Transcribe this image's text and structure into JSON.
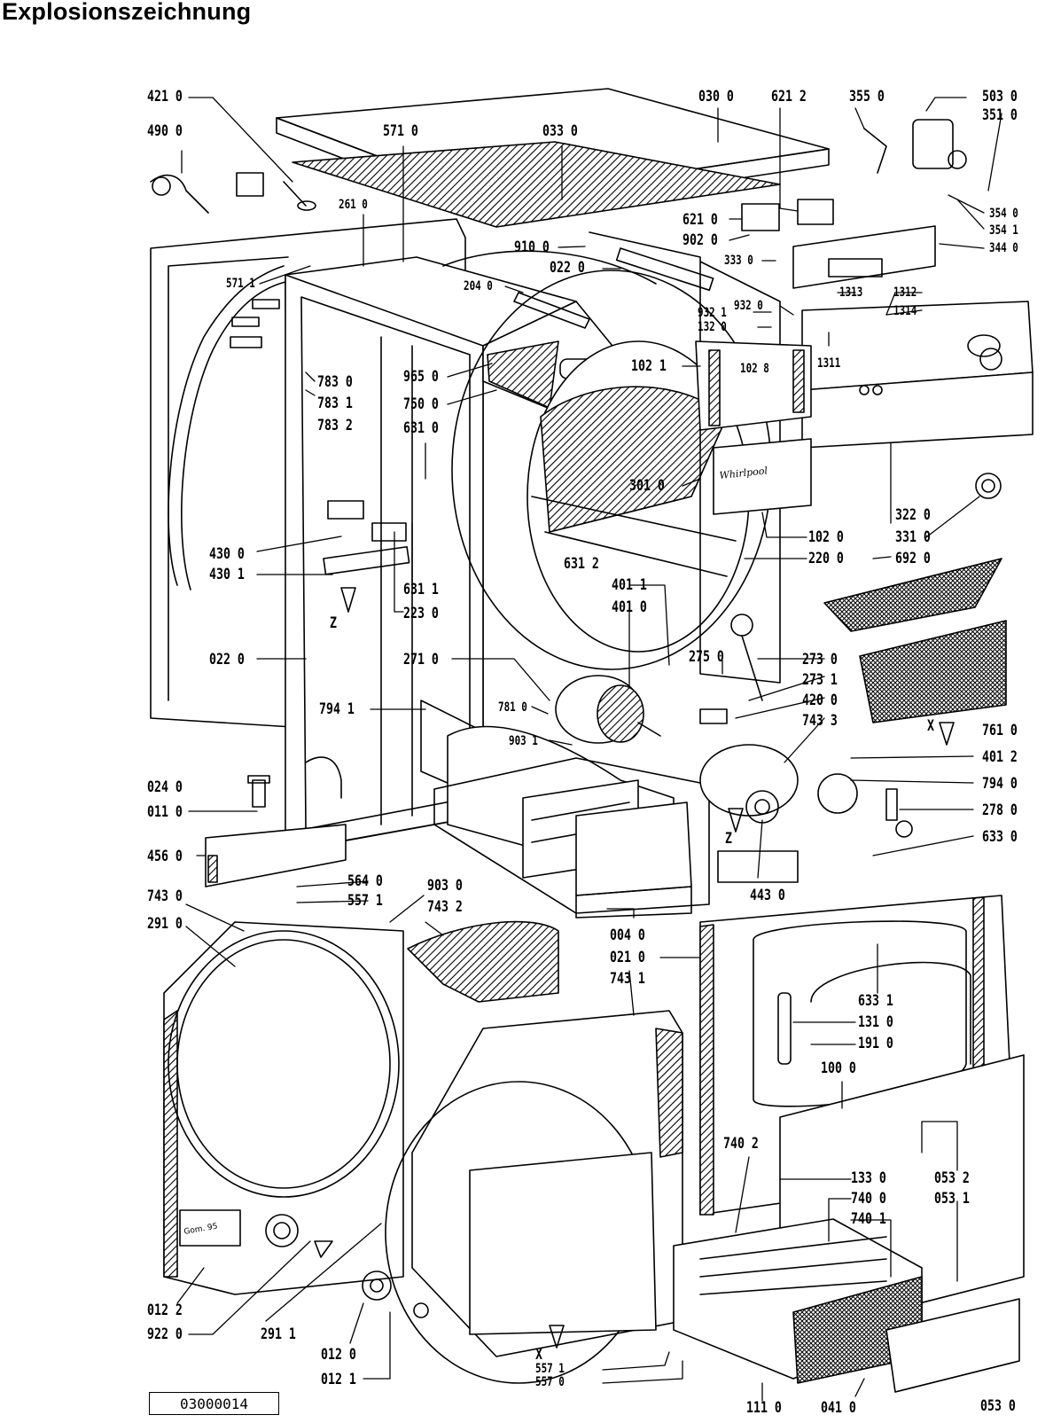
{
  "title": "Explosionszeichnung",
  "document_number": "03000014",
  "logo_text": "Whirlpool",
  "plate_text": "Gom. 95",
  "label_style": "hatched = gasket / insulation",
  "callouts": [
    {
      "id": "p421_0",
      "text": "421 0"
    },
    {
      "id": "p490_0",
      "text": "490 0"
    },
    {
      "id": "p030_0",
      "text": "030 0"
    },
    {
      "id": "p621_2",
      "text": "621 2"
    },
    {
      "id": "p355_0",
      "text": "355 0"
    },
    {
      "id": "p503_0",
      "text": "503 0"
    },
    {
      "id": "p351_0",
      "text": "351 0"
    },
    {
      "id": "p571_0",
      "text": "571 0"
    },
    {
      "id": "p033_0",
      "text": "033 0"
    },
    {
      "id": "p261_0",
      "text": "261 0"
    },
    {
      "id": "p354_0",
      "text": "354 0"
    },
    {
      "id": "p354_1",
      "text": "354 1"
    },
    {
      "id": "p344_0",
      "text": "344 0"
    },
    {
      "id": "p621_0",
      "text": "621 0"
    },
    {
      "id": "p902_0",
      "text": "902 0"
    },
    {
      "id": "p910_0",
      "text": "910 0"
    },
    {
      "id": "p022_0a",
      "text": "022 0"
    },
    {
      "id": "p333_0",
      "text": "333 0"
    },
    {
      "id": "p571_1",
      "text": "571 1"
    },
    {
      "id": "p204_0",
      "text": "204 0"
    },
    {
      "id": "p1313",
      "text": "1313"
    },
    {
      "id": "p1312",
      "text": "1312"
    },
    {
      "id": "p932_0",
      "text": "932 0"
    },
    {
      "id": "p1314",
      "text": "1314"
    },
    {
      "id": "p932_1",
      "text": "932 1"
    },
    {
      "id": "p132_0",
      "text": "132 0"
    },
    {
      "id": "p1311",
      "text": "1311"
    },
    {
      "id": "p102_1",
      "text": "102 1"
    },
    {
      "id": "p102_8",
      "text": "102 8"
    },
    {
      "id": "p783_0",
      "text": "783 0"
    },
    {
      "id": "p783_1",
      "text": "783 1"
    },
    {
      "id": "p783_2",
      "text": "783 2"
    },
    {
      "id": "p965_0",
      "text": "965 0"
    },
    {
      "id": "p750_0",
      "text": "750 0"
    },
    {
      "id": "p631_0",
      "text": "631 0"
    },
    {
      "id": "p301_0",
      "text": "301 0"
    },
    {
      "id": "p322_0",
      "text": "322 0"
    },
    {
      "id": "p331_0",
      "text": "331 0"
    },
    {
      "id": "p692_0",
      "text": "692 0"
    },
    {
      "id": "p102_0",
      "text": "102 0"
    },
    {
      "id": "p220_0",
      "text": "220 0"
    },
    {
      "id": "p430_0",
      "text": "430 0"
    },
    {
      "id": "p430_1",
      "text": "430 1"
    },
    {
      "id": "p631_2",
      "text": "631 2"
    },
    {
      "id": "p631_1",
      "text": "631 1"
    },
    {
      "id": "p223_0",
      "text": "223 0"
    },
    {
      "id": "p401_1",
      "text": "401 1"
    },
    {
      "id": "p401_0",
      "text": "401 0"
    },
    {
      "id": "pZ1",
      "text": "Z"
    },
    {
      "id": "p022_0b",
      "text": "022 0"
    },
    {
      "id": "p271_0",
      "text": "271 0"
    },
    {
      "id": "p275_0",
      "text": "275 0"
    },
    {
      "id": "p273_0",
      "text": "273 0"
    },
    {
      "id": "p273_1",
      "text": "273 1"
    },
    {
      "id": "p420_0",
      "text": "420 0"
    },
    {
      "id": "p743_3",
      "text": "743 3"
    },
    {
      "id": "p794_1",
      "text": "794 1"
    },
    {
      "id": "p781_0",
      "text": "781 0"
    },
    {
      "id": "p903_1",
      "text": "903 1"
    },
    {
      "id": "pX1",
      "text": "X"
    },
    {
      "id": "p761_0",
      "text": "761 0"
    },
    {
      "id": "p401_2",
      "text": "401 2"
    },
    {
      "id": "p024_0",
      "text": "024 0"
    },
    {
      "id": "p794_0",
      "text": "794 0"
    },
    {
      "id": "p011_0",
      "text": "011 0"
    },
    {
      "id": "p278_0",
      "text": "278 0"
    },
    {
      "id": "pZ2",
      "text": "Z"
    },
    {
      "id": "p633_0",
      "text": "633 0"
    },
    {
      "id": "p456_0",
      "text": "456 0"
    },
    {
      "id": "p443_0",
      "text": "443 0"
    },
    {
      "id": "p564_0",
      "text": "564 0"
    },
    {
      "id": "p903_0",
      "text": "903 0"
    },
    {
      "id": "p743_0",
      "text": "743 0"
    },
    {
      "id": "p557_1a",
      "text": "557 1"
    },
    {
      "id": "p743_2",
      "text": "743 2"
    },
    {
      "id": "p291_0",
      "text": "291 0"
    },
    {
      "id": "p004_0",
      "text": "004 0"
    },
    {
      "id": "p021_0",
      "text": "021 0"
    },
    {
      "id": "p743_1",
      "text": "743 1"
    },
    {
      "id": "p633_1",
      "text": "633 1"
    },
    {
      "id": "p131_0",
      "text": "131 0"
    },
    {
      "id": "p191_0",
      "text": "191 0"
    },
    {
      "id": "p100_0",
      "text": "100 0"
    },
    {
      "id": "p740_2",
      "text": "740 2"
    },
    {
      "id": "p133_0",
      "text": "133 0"
    },
    {
      "id": "p053_2",
      "text": "053 2"
    },
    {
      "id": "p740_0",
      "text": "740 0"
    },
    {
      "id": "p053_1",
      "text": "053 1"
    },
    {
      "id": "p740_1",
      "text": "740 1"
    },
    {
      "id": "pX2",
      "text": "X"
    },
    {
      "id": "p012_2",
      "text": "012 2"
    },
    {
      "id": "p922_0",
      "text": "922 0"
    },
    {
      "id": "p291_1",
      "text": "291 1"
    },
    {
      "id": "p012_0",
      "text": "012 0"
    },
    {
      "id": "p012_1",
      "text": "012 1"
    },
    {
      "id": "p557_1b",
      "text": "557 1"
    },
    {
      "id": "p557_0",
      "text": "557 0"
    },
    {
      "id": "p111_0",
      "text": "111 0"
    },
    {
      "id": "p041_0",
      "text": "041 0"
    },
    {
      "id": "p053_0",
      "text": "053 0"
    }
  ]
}
